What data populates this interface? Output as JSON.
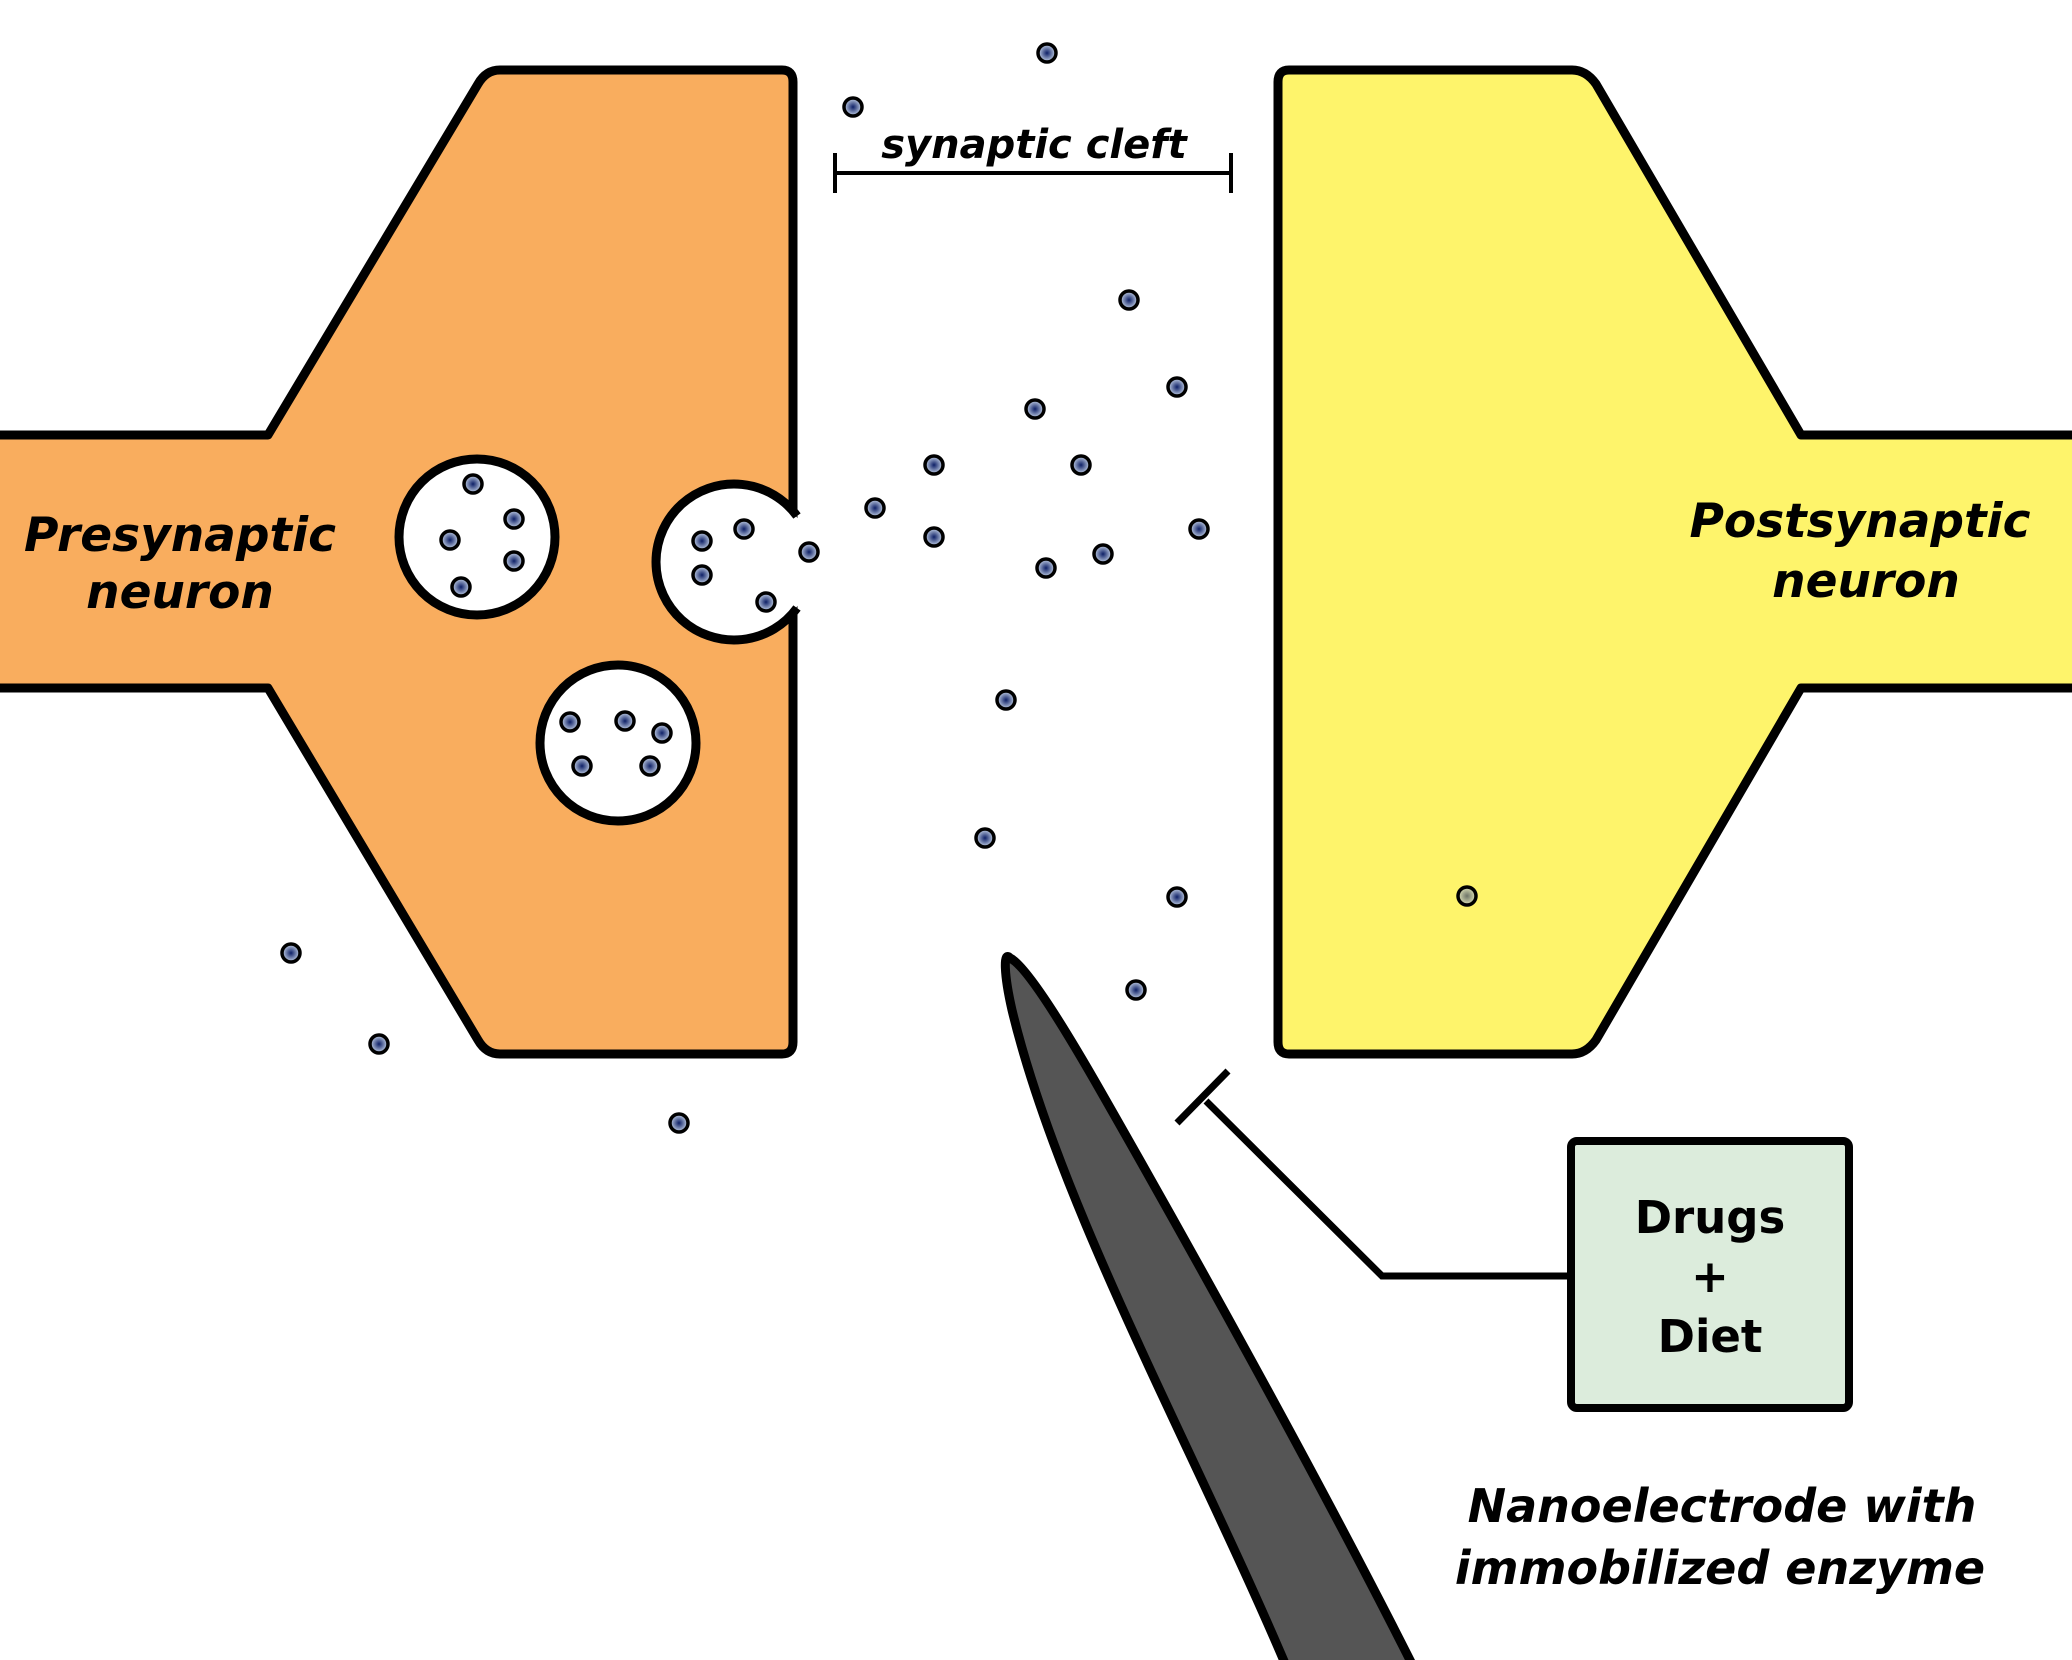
{
  "diagram": {
    "title": "Synapse with nanoelectrode sensing",
    "labels": {
      "presynaptic_line1": "Presynaptic",
      "presynaptic_line2": "neuron",
      "postsynaptic_line1": "Postsynaptic",
      "postsynaptic_line2": "neuron",
      "synaptic_cleft": "synaptic cleft",
      "box_line1": "Drugs",
      "box_line2": "+",
      "box_line3": "Diet",
      "electrode_line1": "Nanoelectrode with",
      "electrode_line2": "immobilized enzyme"
    },
    "colors": {
      "presynaptic_fill": "#f9ad5e",
      "postsynaptic_fill": "#fef46b",
      "box_fill": "#dcecdc",
      "electrode_fill": "#555555",
      "outline": "#000000",
      "molecule_light": "#c9d6ea",
      "molecule_dark": "#0d1f66",
      "vesicle_fill": "#ffffff"
    },
    "components": {
      "vesicles": [
        {
          "name": "vesicle-1",
          "molecule_count": 5,
          "state": "docked"
        },
        {
          "name": "vesicle-2",
          "molecule_count": 4,
          "state": "fusing"
        },
        {
          "name": "vesicle-3",
          "molecule_count": 5,
          "state": "docked"
        }
      ],
      "free_molecule_count": 21,
      "inhibition": {
        "from": "Drugs + Diet",
        "to": "Nanoelectrode with immobilized enzyme",
        "type": "inhibit"
      }
    }
  }
}
